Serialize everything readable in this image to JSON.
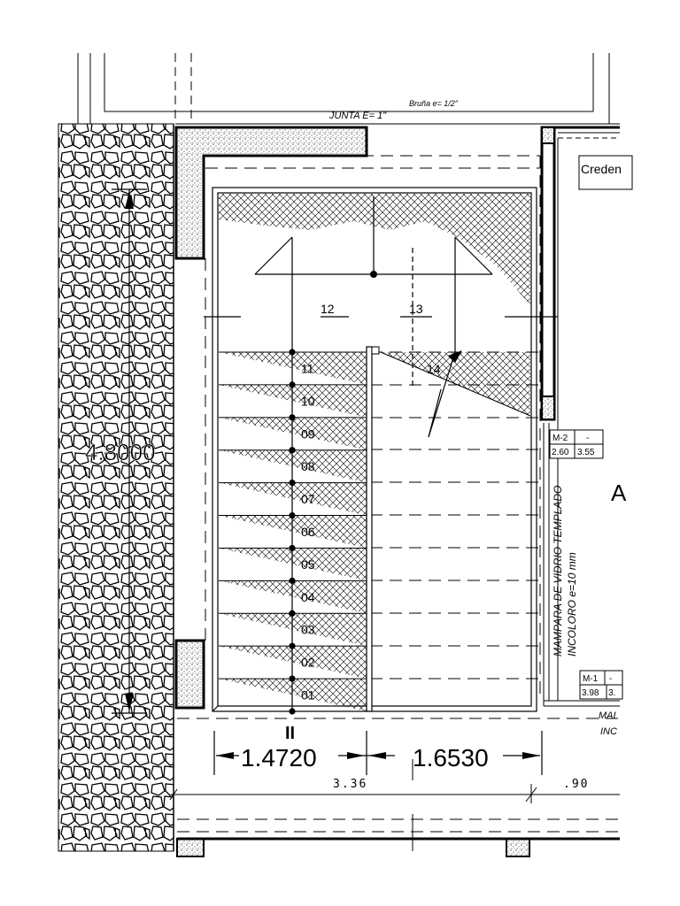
{
  "labels": {
    "junta": "JUNTA E= 1\"",
    "bruna": "Bruña e= 1/2\"",
    "credential": "Creden",
    "height_dim": "4.8000",
    "dim_left": "1.4720",
    "dim_right": "1.6530",
    "dim_total": "3.36",
    "dim_side": ".90",
    "section_mark": "II",
    "mampara_line1": "MAMPARA DE VIDRIO TEMPLADO",
    "mampara_line2": "INCOLORO e=10 mm",
    "mampara_bottom1": "MAI",
    "mampara_bottom2": "INC",
    "partial_letter": "A"
  },
  "steps": [
    "01",
    "02",
    "03",
    "04",
    "05",
    "06",
    "07",
    "08",
    "09",
    "10",
    "11",
    "12",
    "13",
    "14"
  ],
  "tags": {
    "m2": {
      "code": "M-2",
      "dash": "-",
      "w": "2.60",
      "h": "3.55"
    },
    "m1": {
      "code": "M-1",
      "dash": "-",
      "w": "3.98",
      "h": "3."
    }
  }
}
